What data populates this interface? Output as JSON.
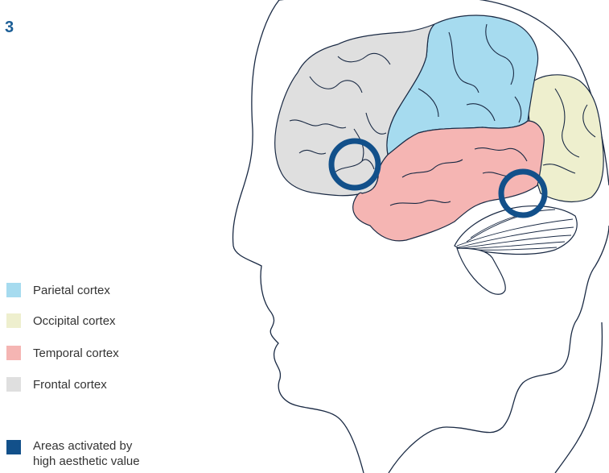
{
  "figure_number": "3",
  "colors": {
    "outline": "#1a2a44",
    "activation": "#12508a",
    "parietal": "#a6dbef",
    "occipital": "#eeefce",
    "temporal": "#f5b5b3",
    "frontal": "#dfdfdf",
    "figure_number": "#1b5e96"
  },
  "legend": {
    "regions": [
      {
        "label": "Parietal cortex",
        "color": "#a6dbef",
        "icon": "parietal-swatch"
      },
      {
        "label": "Occipital cortex",
        "color": "#eeefce",
        "icon": "occipital-swatch"
      },
      {
        "label": "Temporal cortex",
        "color": "#f5b5b3",
        "icon": "temporal-swatch"
      },
      {
        "label": "Frontal cortex",
        "color": "#dfdfdf",
        "icon": "frontal-swatch"
      }
    ],
    "activation": {
      "line1": "Areas activated by",
      "line2": "high aesthetic value",
      "color": "#12508a",
      "icon": "activation-swatch"
    }
  }
}
